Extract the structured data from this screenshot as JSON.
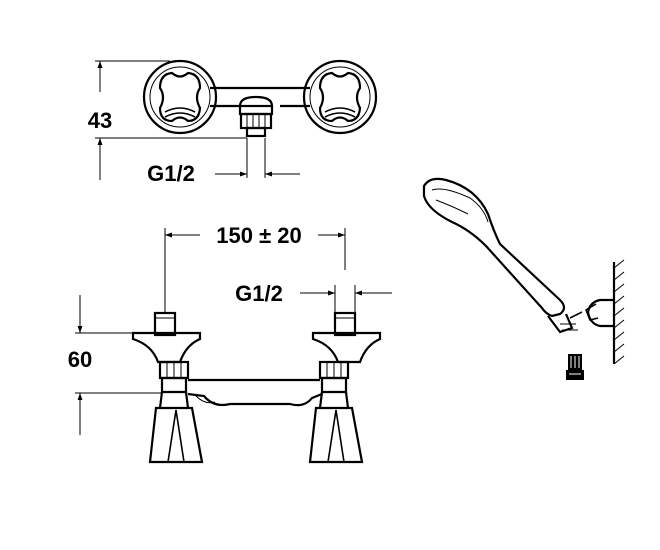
{
  "drawing": {
    "top_view": {
      "height_dim": "43",
      "thread_dim": "G1/2"
    },
    "front_view": {
      "spacing_dim": "150 ± 20",
      "thread_dim": "G1/2",
      "height_dim": "60"
    },
    "colors": {
      "line": "#000000",
      "background": "#ffffff"
    }
  }
}
